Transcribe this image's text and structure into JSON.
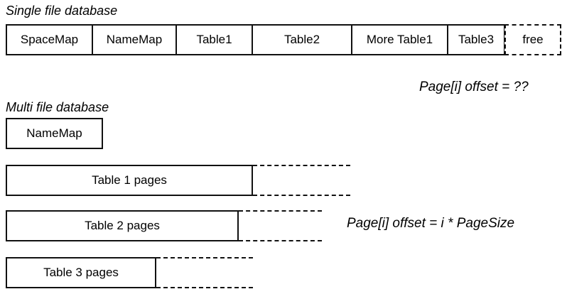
{
  "single_file": {
    "caption": "Single file database",
    "cells": [
      {
        "label": "SpaceMap",
        "width": 122,
        "style": "solid"
      },
      {
        "label": "NameMap",
        "width": 118,
        "style": "solid"
      },
      {
        "label": "Table1",
        "width": 107,
        "style": "solid"
      },
      {
        "label": "Table2",
        "width": 140,
        "style": "solid"
      },
      {
        "label": "More Table1",
        "width": 135,
        "style": "solid"
      },
      {
        "label": "Table3",
        "width": 80,
        "style": "solid"
      },
      {
        "label": "free",
        "width": 80,
        "style": "dashed"
      }
    ],
    "annotation": "Page[i] offset = ??"
  },
  "multi_file": {
    "caption": "Multi file database",
    "rows": [
      {
        "label": "NameMap",
        "solid_width": 137,
        "ghost_width": 0
      },
      {
        "label": "Table 1 pages",
        "solid_width": 348,
        "ghost_width": 137
      },
      {
        "label": "Table 2 pages",
        "solid_width": 328,
        "ghost_width": 117
      },
      {
        "label": "Table 3 pages",
        "solid_width": 212,
        "ghost_width": 136
      }
    ],
    "annotation": "Page[i] offset = i * PageSize"
  }
}
